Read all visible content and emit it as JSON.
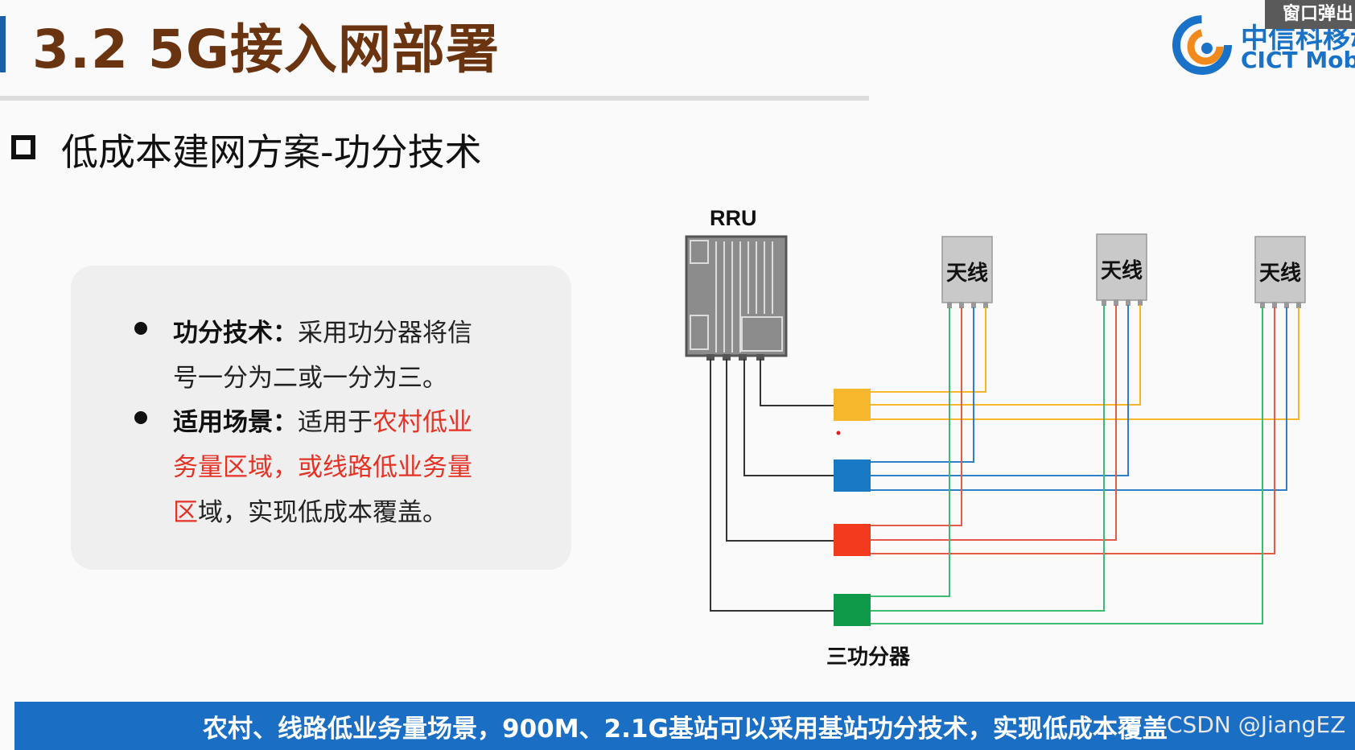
{
  "header": {
    "title": "3.2 5G接入网部署",
    "logo_cn": "中信科移动",
    "logo_en": "CICT Mobile",
    "popup_button": "窗口弹出"
  },
  "subtitle": "低成本建网方案-功分技术",
  "card": {
    "bullet1": {
      "term": "功分技术",
      "colon": "：",
      "text_line1": "采用功分器将信",
      "text_line2": "号一分为二或一分为三。"
    },
    "bullet2": {
      "term": "适用场景",
      "colon": "：",
      "text_prefix": "适用于",
      "red_line1": "农村低业",
      "red_line2": "务量区域，或线路低业务量",
      "red_line3_start": "区",
      "text_line3_rest": "域，实现低成本覆盖。"
    }
  },
  "diagram": {
    "rru_label": "RRU",
    "antenna_labels": [
      "天线",
      "天线",
      "天线"
    ],
    "splitter_label": "三功分器",
    "colors": {
      "yellow": "#f6b72c",
      "blue": "#1a79c4",
      "red": "#f23b1e",
      "green": "#0e9a48",
      "rru_body": "#8c8c8c",
      "antenna_body": "#c9c9c9",
      "accent_title": "#6b3410",
      "footer": "#1a6ec4"
    }
  },
  "footer": {
    "text": "农村、线路低业务量场景，900M、2.1G基站可以采用基站功分技术，实现低成本覆盖",
    "watermark": "CSDN @JiangEZ"
  }
}
